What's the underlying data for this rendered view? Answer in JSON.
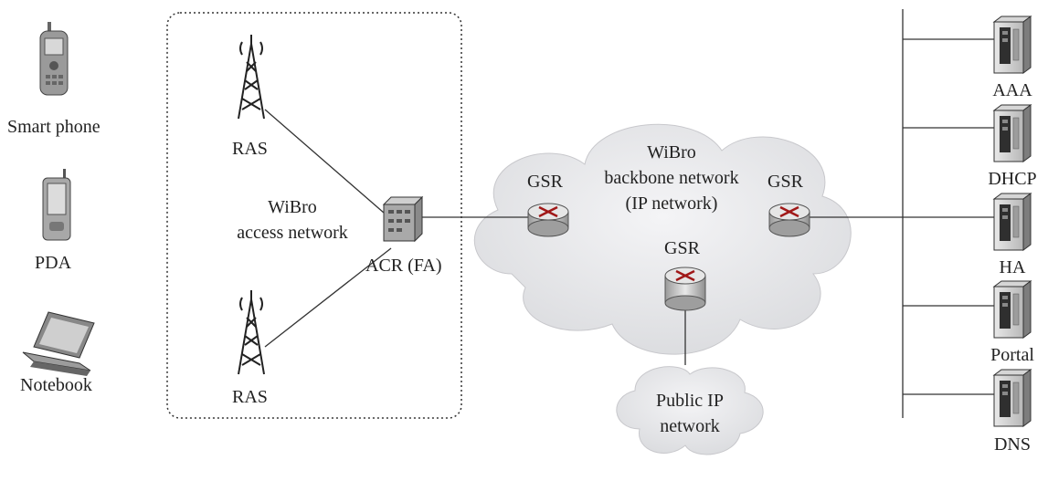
{
  "devices": {
    "smart_phone": "Smart phone",
    "pda": "PDA",
    "notebook": "Notebook"
  },
  "access_network": {
    "ras_top": "RAS",
    "ras_bottom": "RAS",
    "title_line1": "WiBro",
    "title_line2": "access network",
    "acr": "ACR (FA)"
  },
  "backbone": {
    "title_line1": "WiBro",
    "title_line2": "backbone network",
    "title_line3": "(IP network)",
    "gsr_left": "GSR",
    "gsr_right": "GSR",
    "gsr_bottom": "GSR"
  },
  "public_network": {
    "line1": "Public IP",
    "line2": "network"
  },
  "servers": [
    "AAA",
    "DHCP",
    "HA",
    "Portal",
    "DNS"
  ]
}
